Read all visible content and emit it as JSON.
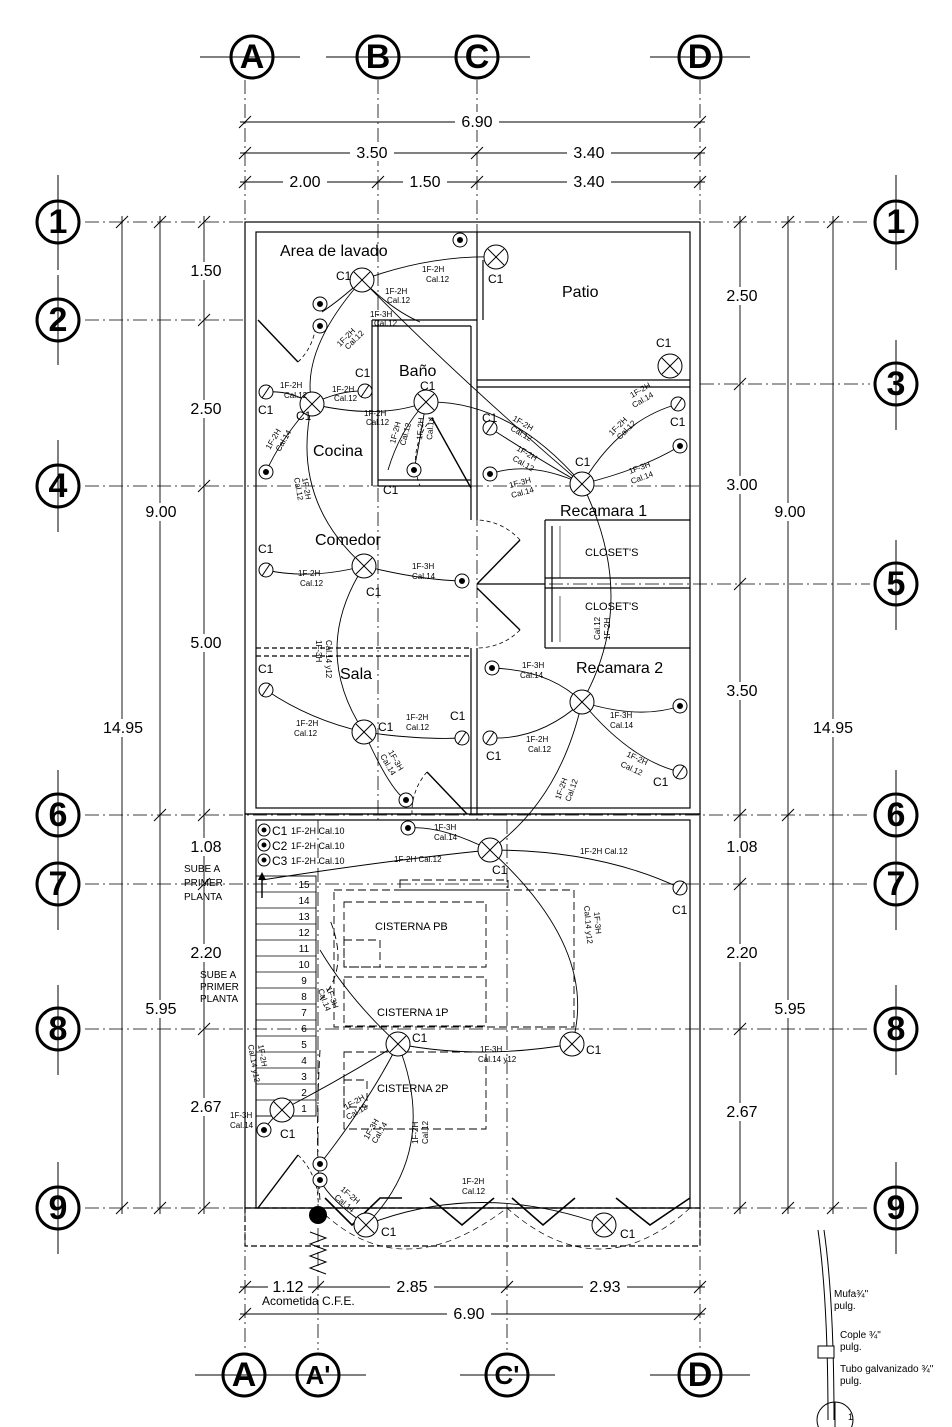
{
  "axes": {
    "top": [
      "A",
      "B",
      "C",
      "D"
    ],
    "bottom": [
      "A",
      "A'",
      "C'",
      "D"
    ],
    "left": [
      "1",
      "2",
      "4",
      "6",
      "7",
      "8",
      "9"
    ],
    "right": [
      "1",
      "3",
      "5",
      "6",
      "7",
      "8",
      "9"
    ]
  },
  "dimensions": {
    "top_total": "6.90",
    "top_mid": [
      "3.50",
      "3.40"
    ],
    "top_detail": [
      "2.00",
      "1.50",
      "3.40"
    ],
    "bottom_detail": [
      "1.12",
      "2.85",
      "2.93"
    ],
    "bottom_total": "6.90",
    "left_inner": [
      "1.50",
      "2.50",
      "5.00",
      "1.08",
      "2.20",
      "2.67"
    ],
    "left_mid": [
      "9.00",
      "5.95"
    ],
    "left_total": "14.95",
    "right_inner": [
      "2.50",
      "3.00",
      "3.50",
      "1.08",
      "2.20",
      "2.67"
    ],
    "right_mid": [
      "9.00",
      "5.95"
    ],
    "right_total": "14.95"
  },
  "rooms": {
    "area_lavado": "Area de lavado",
    "patio": "Patio",
    "bano": "Baño",
    "cocina": "Cocina",
    "comedor": "Comedor",
    "recamara1": "Recamara 1",
    "closet1": "CLOSET'S",
    "closet2": "CLOSET'S",
    "sala": "Sala",
    "recamara2": "Recamara 2",
    "cisterna_pb": "CISTERNA PB",
    "cisterna_1p": "CISTERNA 1P",
    "cisterna_2p": "CISTERNA 2P"
  },
  "circuit_label": "C1",
  "legend": {
    "c1": "C1",
    "c1_spec": "1F-2H Cal.10",
    "c2": "C2",
    "c2_spec": "1F-2H Cal.10",
    "c3": "C3",
    "c3_spec": "1F-2H Cal.10"
  },
  "stairs": {
    "sube_a": "SUBE A",
    "primer": "PRIMER",
    "planta": "PLANTA",
    "steps": [
      "15",
      "14",
      "13",
      "12",
      "11",
      "10",
      "9",
      "8",
      "7",
      "6",
      "5",
      "4",
      "3",
      "2",
      "1"
    ]
  },
  "wire_labels": {
    "f2h": "1F-2H",
    "f3h": "1F-3H",
    "cal12": "Cal.12",
    "cal14": "Cal.14",
    "cal14y12": "Cal.14 y12",
    "f2h_cal12": "1F-2H Cal.12"
  },
  "acometida": "Acometida  C.F.E.",
  "detail": {
    "mufa": "Mufa",
    "mufa_size": "¾\"",
    "pulg": "pulg.",
    "cople": "Cople",
    "cople_size": "¾\"",
    "tubo": "Tubo galvanizado",
    "tubo_size": "¾\"",
    "num": "1"
  }
}
